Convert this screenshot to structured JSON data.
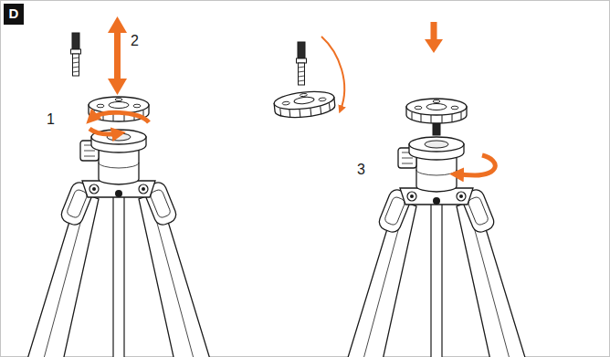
{
  "diagram": {
    "nodes": [
      {
        "text": [
          "D"
        ]
      }
    ],
    "labels": [
      "2",
      "1",
      "3"
    ]
  }
}
